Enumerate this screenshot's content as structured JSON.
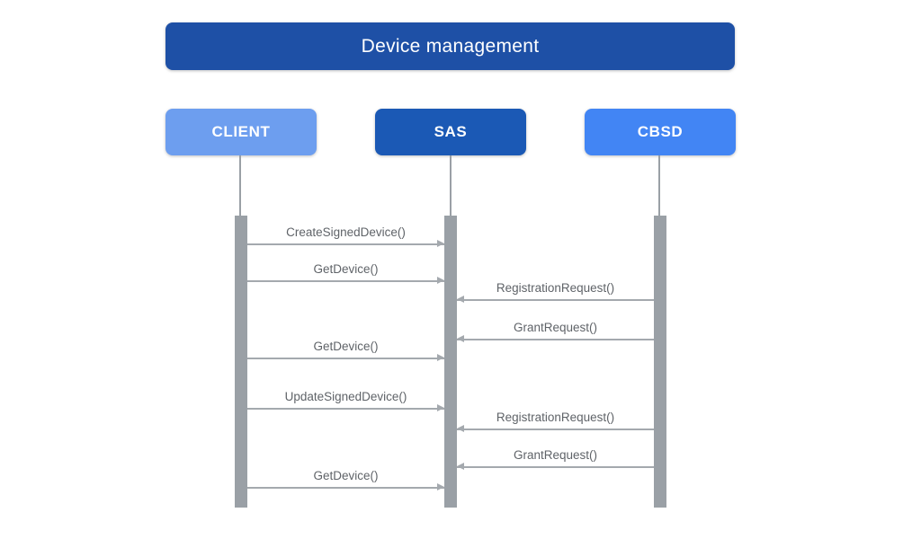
{
  "diagram": {
    "title": "Device management",
    "actors": [
      {
        "id": "client",
        "label": "CLIENT",
        "color": "#6d9eef"
      },
      {
        "id": "sas",
        "label": "SAS",
        "color": "#1b59b5"
      },
      {
        "id": "cbsd",
        "label": "CBSD",
        "color": "#4285f4"
      }
    ],
    "messages": [
      {
        "label": "CreateSignedDevice()",
        "from": "CLIENT",
        "to": "SAS"
      },
      {
        "label": "GetDevice()",
        "from": "CLIENT",
        "to": "SAS"
      },
      {
        "label": "RegistrationRequest()",
        "from": "CBSD",
        "to": "SAS"
      },
      {
        "label": "GrantRequest()",
        "from": "CBSD",
        "to": "SAS"
      },
      {
        "label": "GetDevice()",
        "from": "CLIENT",
        "to": "SAS"
      },
      {
        "label": "UpdateSignedDevice()",
        "from": "CLIENT",
        "to": "SAS"
      },
      {
        "label": "RegistrationRequest()",
        "from": "CBSD",
        "to": "SAS"
      },
      {
        "label": "GrantRequest()",
        "from": "CBSD",
        "to": "SAS"
      },
      {
        "label": "GetDevice()",
        "from": "CLIENT",
        "to": "SAS"
      }
    ],
    "colors": {
      "title_bg": "#1e50a6",
      "client_bg": "#6d9eef",
      "sas_bg": "#1b59b5",
      "cbsd_bg": "#4285f4",
      "lifeline": "#9aa0a6",
      "activation_bar": "#9aa0a6",
      "arrow": "#a4a9ae",
      "label_text": "#5f6368",
      "background": "#ffffff"
    }
  }
}
